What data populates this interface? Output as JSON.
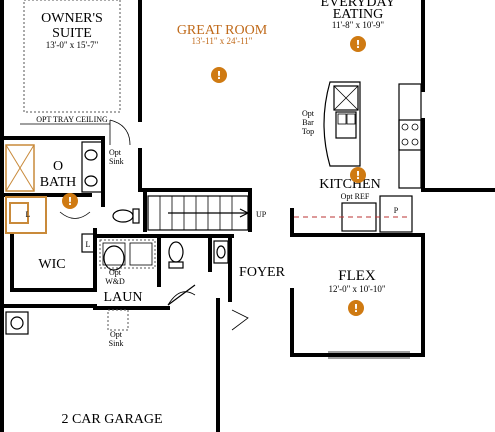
{
  "rooms": {
    "owners_suite": {
      "line1": "OWNER'S",
      "line2": "SUITE",
      "dim": "13'-0\" x 15'-7\""
    },
    "great_room": {
      "name": "GREAT ROOM",
      "dim": "13'-11\" x 24'-11\""
    },
    "everyday_eating": {
      "line1": "EVERYDAY",
      "line2": "EATING",
      "dim": "11'-8\" x 10'-9\""
    },
    "kitchen": {
      "name": "KITCHEN"
    },
    "bath": {
      "line1": "O",
      "line2": "BATH"
    },
    "wic": {
      "name": "WIC"
    },
    "laundry": {
      "name": "LAUN"
    },
    "foyer": {
      "name": "FOYER"
    },
    "flex": {
      "name": "FLEX",
      "dim": "12'-0\" x 10'-10\""
    },
    "garage": {
      "name": "2 CAR GARAGE"
    }
  },
  "notes": {
    "opt_tray_ceiling": "OPT TRAY CEILING",
    "opt_sink_bath_1": "Opt",
    "opt_sink_bath_2": "Sink",
    "opt_bar_top_1": "Opt",
    "opt_bar_top_2": "Bar",
    "opt_bar_top_3": "Top",
    "opt_ref": "Opt REF",
    "pantry": "P",
    "stairs_up": "UP",
    "linen_bath": "L",
    "linen_wic": "L",
    "opt_wd_1": "Opt",
    "opt_wd_2": "W&D",
    "opt_sink_laundry_1": "Opt",
    "opt_sink_laundry_2": "Sink"
  },
  "icons": {
    "info_symbol": "!"
  },
  "colors": {
    "room_label": "#c06a1a",
    "info_icon": "#cf7a12",
    "wall": "#000000",
    "bath_cabinet": "#c98a3a"
  }
}
